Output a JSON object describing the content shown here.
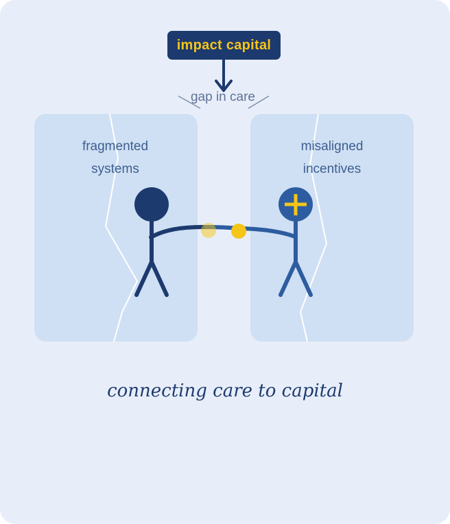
{
  "header": {
    "badge_text": "impact capital",
    "gap_text": "gap in care"
  },
  "panels": [
    {
      "lines": [
        "fragmented",
        "systems"
      ]
    },
    {
      "lines": [
        "misaligned",
        "incentives"
      ]
    }
  ],
  "caption": "connecting care to capital",
  "colors": {
    "background": "#e8eef9",
    "panel": "#cfe0f4",
    "navy": "#1d3a6e",
    "blue": "#2d5da0",
    "gold": "#f5c518",
    "label_text": "#3e5e8f"
  },
  "icons": {
    "arrow": "arrow-down-icon",
    "cross": "plus-icon",
    "crack": "crack-line-icon"
  }
}
